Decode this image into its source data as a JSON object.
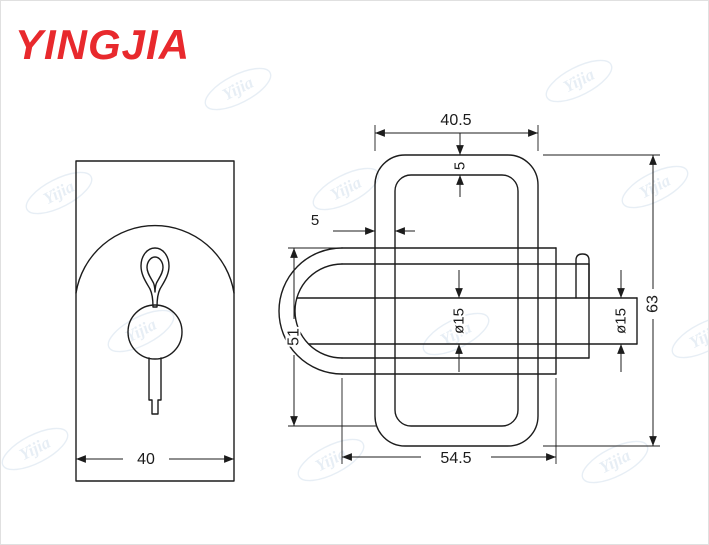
{
  "app": {
    "background": "#ffffff",
    "line_color": "#1c1c1c"
  },
  "logo": {
    "text": "YINGJIA",
    "color": "#e8292d"
  },
  "watermark": {
    "text": "Yijia",
    "color": "#6f9cc4"
  },
  "drawing": {
    "description": "Two-view engineering drawing of a lashing ring / D-ring tie-down fitting",
    "front_view": {
      "width": "40"
    },
    "side_view": {
      "top_width": "40.5",
      "top_thickness": "5",
      "wall_thickness": "5",
      "inner_height": "51",
      "pin_diameter": "ø15",
      "pin_end_diameter": "ø15",
      "overall_height": "63",
      "bracket_width": "54.5"
    }
  }
}
